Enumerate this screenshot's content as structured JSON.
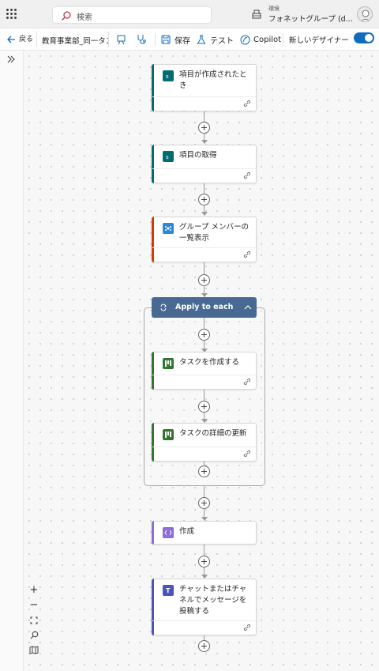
{
  "topbar": {
    "search_placeholder": "検索",
    "environment_label": "環境",
    "environment_name": "フォネットグループ (d..."
  },
  "toolbar": {
    "back_label": "戻る",
    "flow_name": "教育事業部_同一タスク",
    "save_label": "保存",
    "test_label": "テスト",
    "copilot_label": "Copilot",
    "new_designer_label": "新しいデザイナー",
    "new_designer_on": true
  },
  "canvas": {
    "steps": [
      {
        "title": "項目が作成されたとき",
        "icon": "sharepoint-icon",
        "color": "#036c70"
      },
      {
        "title": "項目の取得",
        "icon": "sharepoint-icon",
        "color": "#036c70"
      },
      {
        "title": "グループ メンバーの一覧表示",
        "icon": "office365-groups-icon",
        "color": "#d83b01"
      },
      {
        "title": "作成",
        "icon": "data-operation-icon",
        "color": "#8c6cd9"
      },
      {
        "title": "チャットまたはチャネルでメッセージを投稿する",
        "icon": "teams-icon",
        "color": "#4b53bc"
      }
    ],
    "loop": {
      "title": "Apply to each",
      "color": "#486991",
      "steps": [
        {
          "title": "タスクを作成する",
          "icon": "planner-icon",
          "color": "#31752f"
        },
        {
          "title": "タスクの詳細の更新",
          "icon": "planner-icon",
          "color": "#31752f"
        }
      ]
    }
  },
  "zoom_controls": {
    "zoom_in": "+",
    "zoom_out": "−"
  }
}
